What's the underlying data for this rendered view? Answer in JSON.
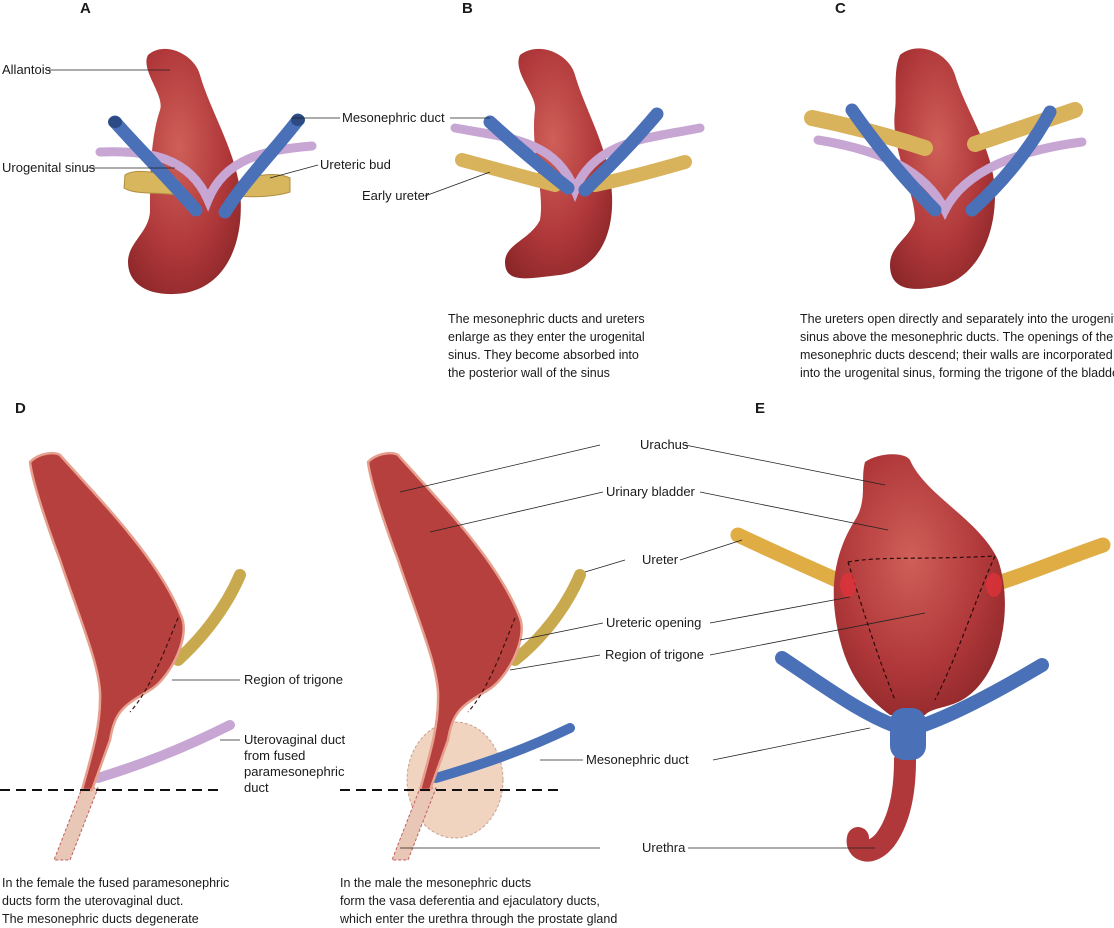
{
  "colors": {
    "bladder": "#b0383a",
    "bladder_light": "#c65752",
    "bladder_dark": "#8f2a2c",
    "mesonephric": "#4c70b5",
    "mesonephric_light": "#8aa6d6",
    "ureter": "#d9b25c",
    "ureter_light": "#efd79a",
    "urogenital": "#c5a5d3",
    "urogenital_light": "#e5d4ec",
    "prostate": "#f0d4bf",
    "wall": "#e7a08f",
    "ureteric_opening": "#e2323a"
  },
  "panels": {
    "a": {
      "letter": "A"
    },
    "b": {
      "letter": "B"
    },
    "c": {
      "letter": "C"
    },
    "d": {
      "letter": "D"
    },
    "e": {
      "letter": "E"
    }
  },
  "labels": {
    "allantois": "Allantois",
    "mesonephric_duct_top": "Mesonephric duct",
    "urogenital_sinus": "Urogenital sinus",
    "ureteric_bud": "Ureteric bud",
    "early_ureter": "Early ureter",
    "urachus": "Urachus",
    "urinary_bladder": "Urinary bladder",
    "ureter": "Ureter",
    "ureteric_opening": "Ureteric opening",
    "region_of_trigone_male": "Region of trigone",
    "region_of_trigone_female": "Region of trigone",
    "uterovaginal_duct": [
      "Uterovaginal duct",
      "from fused",
      "paramesonephric",
      "duct"
    ],
    "mesonephric_duct_bottom": "Mesonephric duct",
    "urethra": "Urethra"
  },
  "captions": {
    "b": [
      "The mesonephric ducts and ureters",
      "enlarge as they enter the urogenital",
      "sinus. They become absorbed into",
      "the posterior wall of the sinus"
    ],
    "c": [
      "The ureters open directly and separately into the urogenital",
      "sinus above the mesonephric ducts. The openings of the",
      "mesonephric ducts descend; their walls are incorporated",
      "into the urogenital sinus, forming the trigone of the bladder"
    ],
    "d_female": [
      "In the female the fused paramesonephric",
      "ducts form the uterovaginal duct.",
      "The mesonephric ducts degenerate"
    ],
    "d_male": [
      "In the male the mesonephric ducts",
      "form the vasa deferentia and ejaculatory ducts,",
      "which enter the urethra through the prostate gland"
    ]
  }
}
